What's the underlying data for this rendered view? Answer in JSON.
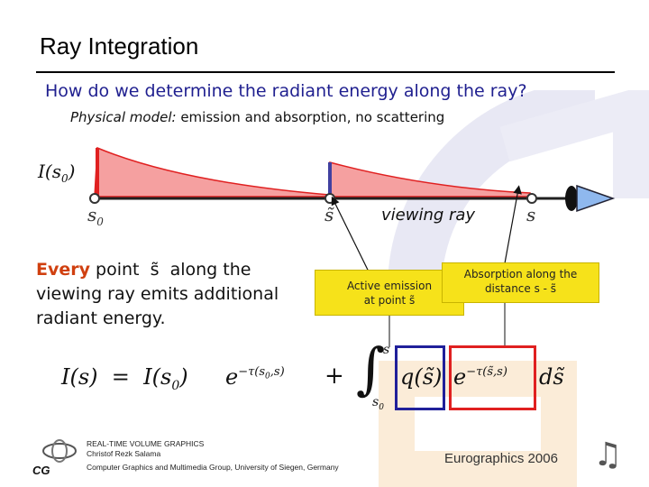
{
  "slide": {
    "title": "Ray Integration",
    "subtitle": "How do we determine the radiant energy along the ray?",
    "model_label": "Physical model:",
    "model_text": " emission and absorption, no scattering"
  },
  "diagram": {
    "intensity_start": "I(s",
    "intensity_start_sub": "0",
    "intensity_start_end": ")",
    "label_s0": "s",
    "label_s0_sub": "0",
    "label_stilde": "s̃",
    "label_s": "s",
    "viewing_ray": "viewing ray"
  },
  "body": {
    "every": "Every",
    "line1": " point  s̃  along the",
    "line2": "viewing ray emits additional",
    "line3": "radiant energy."
  },
  "callouts": {
    "emission_line1": "Active emission",
    "emission_line2": "at point s̃",
    "absorption_line1": "Absorption along  the",
    "absorption_line2": "distance s - s̃"
  },
  "formula": {
    "lhs": "I(s)  =  I(s",
    "lhs_sub": "0",
    "lhs_end": ")",
    "exp1": "−τ(s",
    "exp1_sub": "0",
    "exp1_end": ",s)",
    "plus": "+",
    "int_upper": "s",
    "int_lower": "s",
    "int_lower_sub": "0",
    "q": "q(s̃)",
    "exp2": "−τ(s̃,s)",
    "d": "ds̃",
    "e": "e"
  },
  "footer": {
    "line1": "REAL-TIME VOLUME GRAPHICS",
    "line2": "Christof Rezk Salama",
    "line3": "Computer Graphics and Multimedia Group, University of Siegen, Germany",
    "event": "Eurographics 2006",
    "logo_text": "CG"
  },
  "colors": {
    "accent_red": "#e02020",
    "fill_red": "#f5a0a0",
    "box_yellow": "#f6e21a",
    "subtitle_blue": "#1f1f8f",
    "highlight_blue": "#20209a"
  }
}
